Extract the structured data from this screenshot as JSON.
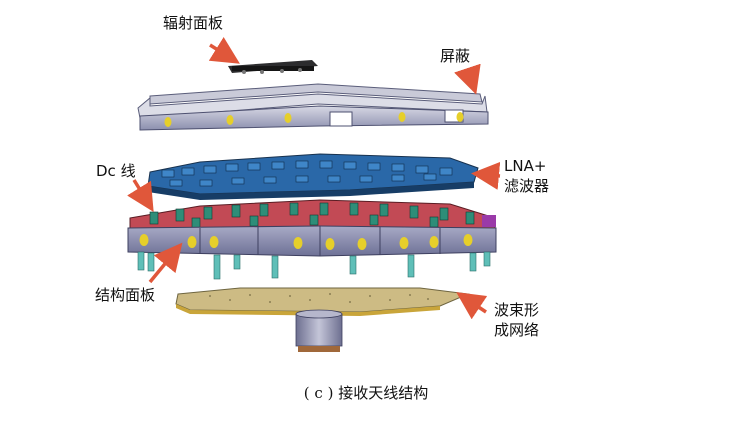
{
  "labels": {
    "radiating_panel": "辐射面板",
    "shield": "屏蔽",
    "dc_line": "Dc 线",
    "lna_filter_line1": "LNA+",
    "lna_filter_line2": "滤波器",
    "structural_panel": "结构面板",
    "beamforming_line1": "波束形",
    "beamforming_line2": "成网络"
  },
  "caption": "( c ) 接收天线结构",
  "colors": {
    "arrow": "#e0573a",
    "frame": "#b9bbcf",
    "rod": "#5fbfb8",
    "lna_board": "#2a68a8",
    "structural_body": "#8e90b6",
    "pcb": "#cdbb84",
    "yellow_dot": "#e6cf2a"
  }
}
